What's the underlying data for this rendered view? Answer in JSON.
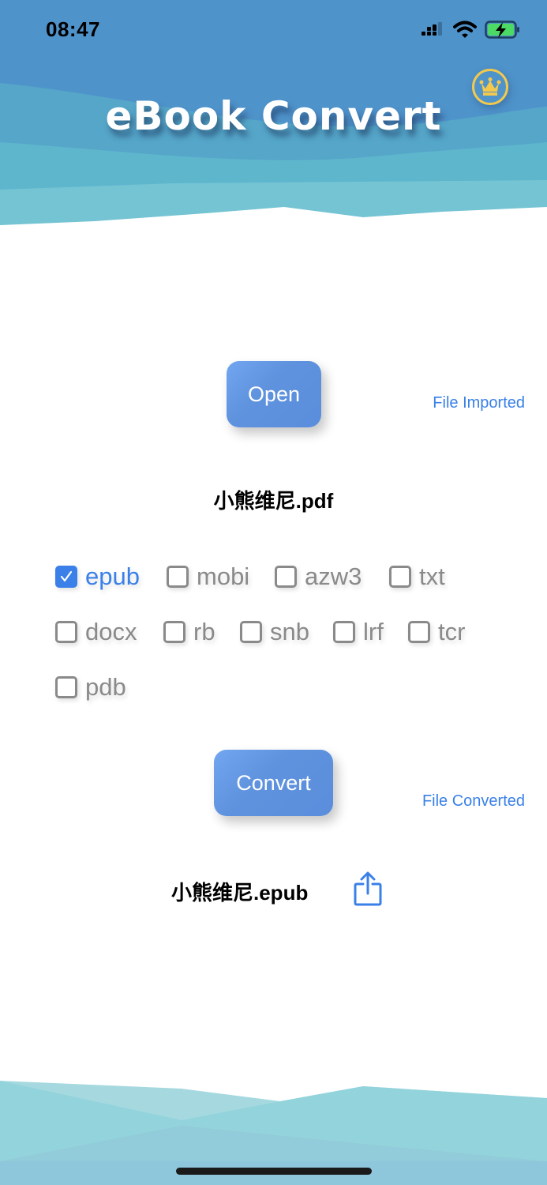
{
  "status_bar": {
    "time": "08:47",
    "icons": [
      "cellular-signal-icon",
      "wifi-icon",
      "battery-charging-icon"
    ]
  },
  "header": {
    "title": "eBook Convert",
    "premium_icon": "crown-icon"
  },
  "colors": {
    "accent": "#3a80e8",
    "button": "#5f93de",
    "header_blue": "#4f93cb",
    "header_teal": "#5fb9cf",
    "crown": "#f2c94c",
    "footer_teal": "#93d3dc"
  },
  "open_section": {
    "button_label": "Open",
    "status": "File Imported",
    "filename": "小熊维尼.pdf"
  },
  "formats": [
    {
      "label": "epub",
      "checked": true
    },
    {
      "label": "mobi",
      "checked": false
    },
    {
      "label": "azw3",
      "checked": false
    },
    {
      "label": "txt",
      "checked": false
    },
    {
      "label": "docx",
      "checked": false
    },
    {
      "label": "rb",
      "checked": false
    },
    {
      "label": "snb",
      "checked": false
    },
    {
      "label": "lrf",
      "checked": false
    },
    {
      "label": "tcr",
      "checked": false
    },
    {
      "label": "pdb",
      "checked": false
    }
  ],
  "convert_section": {
    "button_label": "Convert",
    "status": "File Converted",
    "filename": "小熊维尼.epub",
    "share_icon": "share-icon"
  }
}
